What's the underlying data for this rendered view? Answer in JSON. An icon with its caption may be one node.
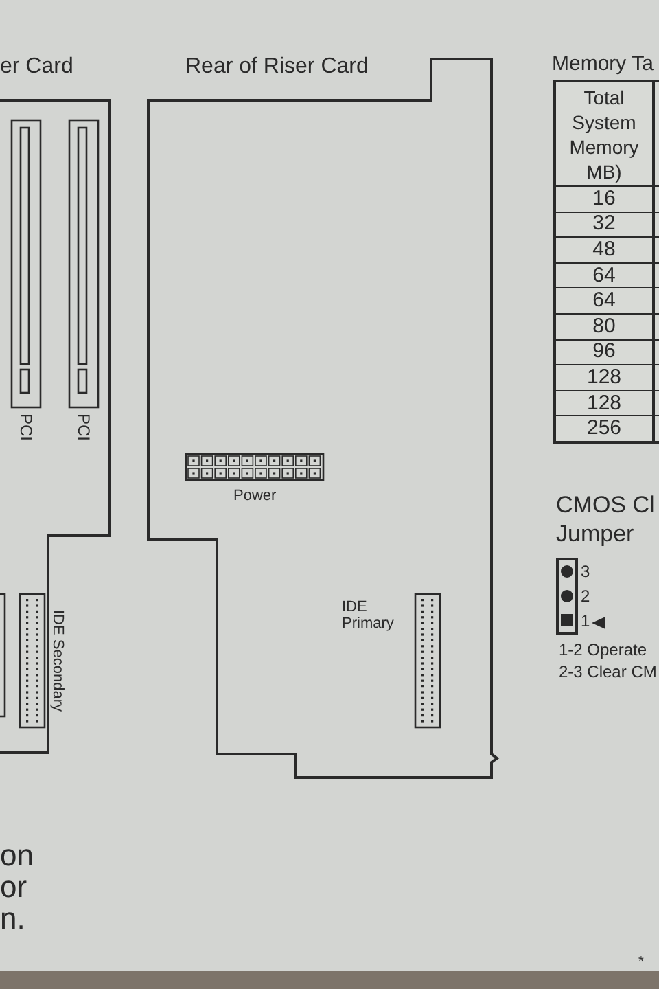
{
  "diagram": {
    "nodes": [
      {
        "text": [
          "er Card"
        ]
      },
      {
        "text": [
          "PCI"
        ],
        "in": 0
      },
      {
        "text": [
          "PCI"
        ],
        "in": 0
      },
      {
        "text": [],
        "shape": "box",
        "in": 0
      },
      {
        "text": [
          "IDE Secondary"
        ],
        "in": 0
      },
      {
        "text": [
          "Rear of Riser Card"
        ]
      },
      {
        "text": [
          "Power"
        ],
        "in": 5
      },
      {
        "text": [
          "IDE Primary"
        ],
        "in": 5
      }
    ],
    "labels": [
      "Memory Ta",
      "Total System Memory MB)",
      "16",
      "32",
      "48",
      "64",
      "64",
      "80",
      "96",
      "128",
      "128",
      "256",
      "CMOS Cl",
      "Jumper",
      "3",
      "2",
      "1",
      "1-2 Operate",
      "2-3 Clear CM",
      "on",
      "or",
      "n.",
      "*"
    ]
  }
}
